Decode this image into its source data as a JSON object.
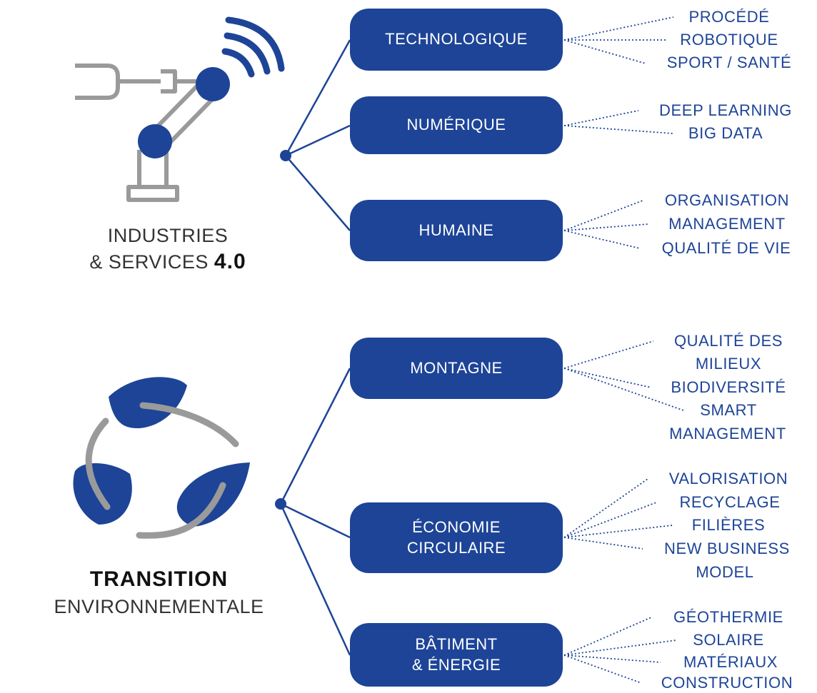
{
  "colors": {
    "accent": "#1d4497",
    "gray": "#9a9a9a",
    "text": "#333333"
  },
  "sections": [
    {
      "icon": "robot-arm-wifi-icon",
      "title_line1": "INDUSTRIES",
      "title_line2_prefix": "& SERVICES ",
      "title_line2_bold": "4.0",
      "branches": [
        {
          "label": "TECHNOLOGIQUE",
          "items": [
            "PROCÉDÉ",
            "ROBOTIQUE",
            "SPORT / SANTÉ"
          ]
        },
        {
          "label": "NUMÉRIQUE",
          "items": [
            "DEEP LEARNING",
            "BIG DATA"
          ]
        },
        {
          "label": "HUMAINE",
          "items": [
            "ORGANISATION",
            "MANAGEMENT",
            "QUALITÉ DE VIE"
          ]
        }
      ]
    },
    {
      "icon": "recycling-leaves-icon",
      "title_line1": "TRANSITION",
      "title_line2": "ENVIRONNEMENTALE",
      "branches": [
        {
          "label": "MONTAGNE",
          "items": [
            "QUALITÉ DES",
            "MILIEUX",
            "BIODIVERSITÉ",
            "SMART",
            "MANAGEMENT"
          ]
        },
        {
          "label": "ÉCONOMIE\nCIRCULAIRE",
          "items": [
            "VALORISATION",
            "RECYCLAGE",
            "FILIÈRES",
            "NEW BUSINESS",
            "MODEL"
          ]
        },
        {
          "label": "BÂTIMENT\n& ÉNERGIE",
          "items": [
            "GÉOTHERMIE",
            "SOLAIRE",
            "MATÉRIAUX",
            "CONSTRUCTION"
          ]
        }
      ]
    }
  ]
}
